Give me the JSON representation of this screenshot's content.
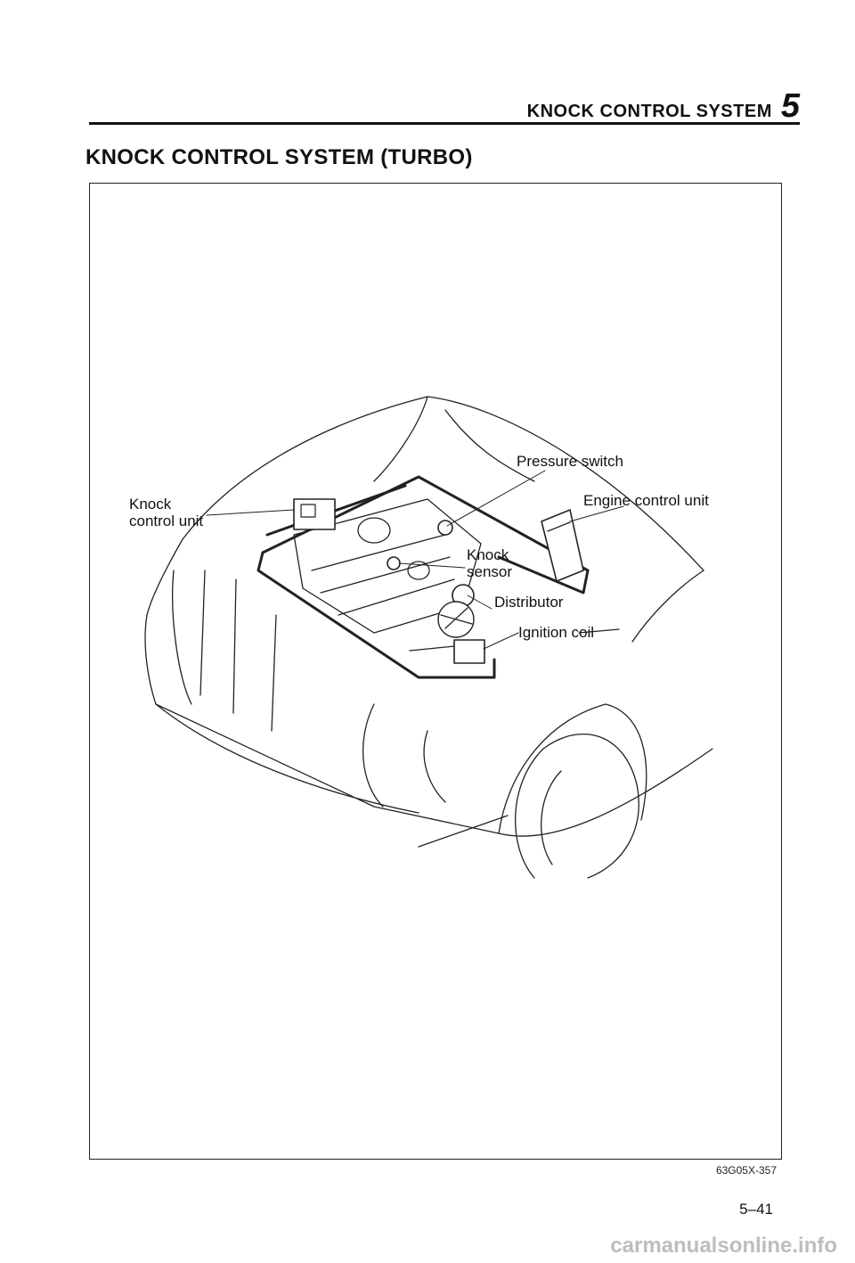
{
  "header": {
    "section_title": "KNOCK CONTROL SYSTEM",
    "chapter_number": "5"
  },
  "page_title": "KNOCK CONTROL SYSTEM (TURBO)",
  "figure": {
    "labels": {
      "pressure_switch": "Pressure switch",
      "engine_control_unit": "Engine control unit",
      "knock_control_unit_line1": "Knock",
      "knock_control_unit_line2": "control unit",
      "knock_sensor_line1": "Knock",
      "knock_sensor_line2": "sensor",
      "distributor": "Distributor",
      "ignition_coil": "Ignition coil"
    },
    "code": "63G05X-357"
  },
  "page_number": "5–41",
  "watermark": "carmanualsonline.info"
}
